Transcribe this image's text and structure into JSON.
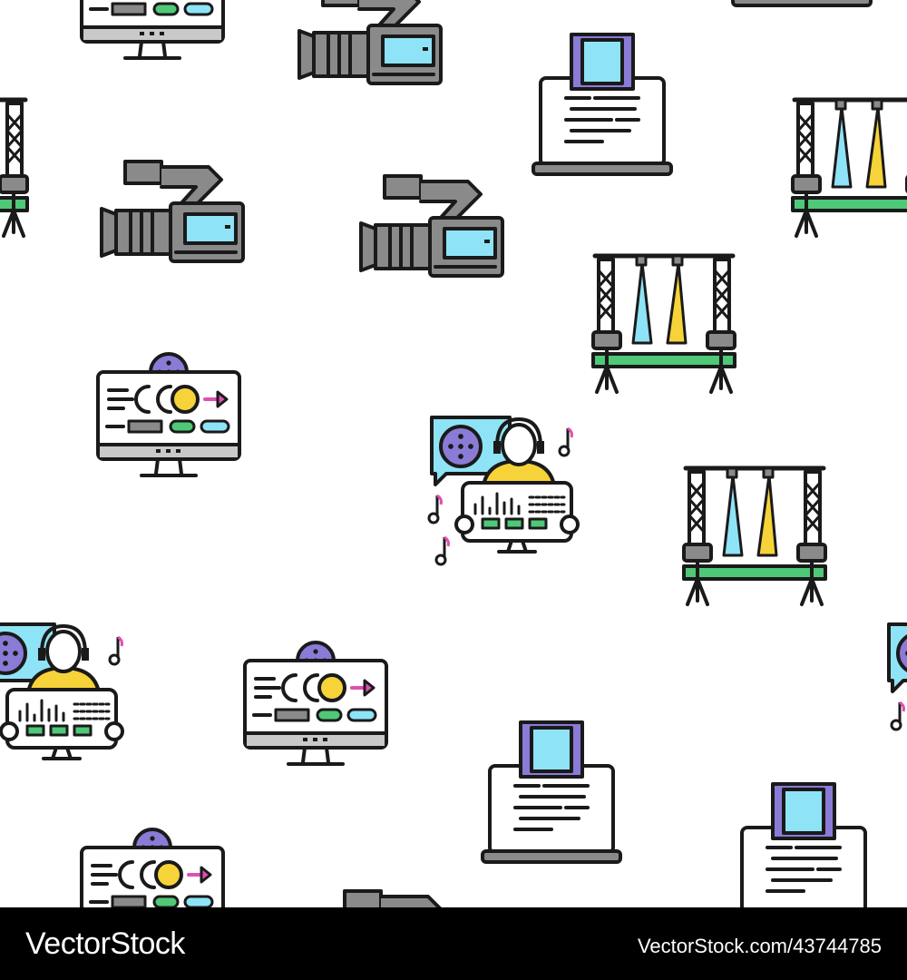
{
  "footer": {
    "brand": "VectorStock",
    "stock_id": "VectorStock.com/43744785"
  },
  "palette": {
    "outline": "#1a1a1a",
    "gray": "#8a8a8a",
    "light_gray": "#c9c9c9",
    "cyan": "#8fe3f6",
    "yellow": "#f7d33a",
    "green": "#4fc878",
    "purple": "#8a7bd6",
    "pink": "#e04fb3",
    "background": "#ffffff",
    "footer_bg": "#000000"
  },
  "icons": [
    {
      "type": "monitor",
      "name": "monitor-video-editor-icon"
    },
    {
      "type": "camera",
      "name": "video-camera-icon"
    },
    {
      "type": "laptop",
      "name": "laptop-film-script-icon"
    },
    {
      "type": "stage",
      "name": "stage-lighting-icon"
    }
  ]
}
